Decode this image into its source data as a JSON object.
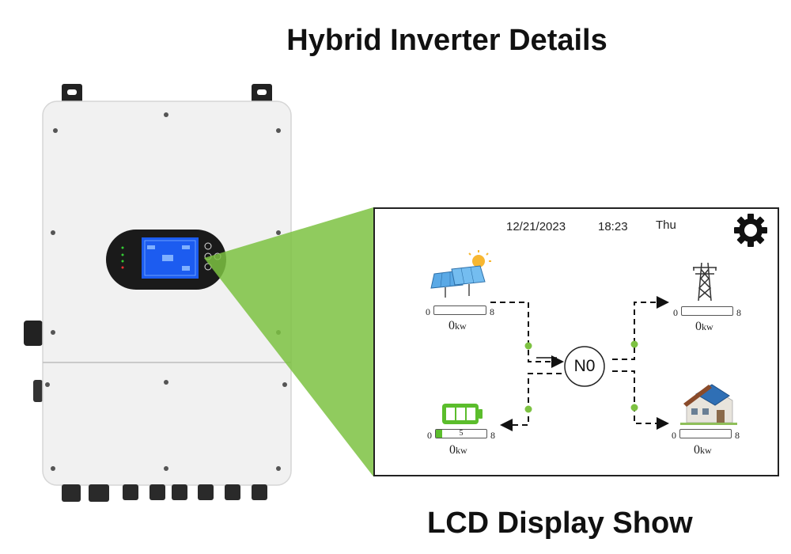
{
  "page": {
    "title": "Hybrid Inverter Details",
    "caption": "LCD Display Show"
  },
  "lcd": {
    "date": "12/21/2023",
    "time": "18:23",
    "day": "Thu",
    "center_label": "N0",
    "solar": {
      "min": "0",
      "max": "8",
      "value": "0",
      "unit": "kw"
    },
    "grid": {
      "min": "0",
      "max": "8",
      "value": "0",
      "unit": "kw"
    },
    "battery": {
      "min": "0",
      "max": "8",
      "soc": "5",
      "value": "0",
      "unit": "kw",
      "fill_fraction": 0.12
    },
    "home": {
      "min": "0",
      "max": "8",
      "value": "0",
      "unit": "kw"
    }
  },
  "colors": {
    "beam": "#7dc242",
    "battery_green": "#5bbd2c",
    "flow_dot": "#7dc242",
    "inverter_body": "#f1f1f1",
    "lcd_screen": "#1c5cf0"
  },
  "icons": [
    "gear-icon",
    "solar-panel-icon",
    "sun-icon",
    "transmission-tower-icon",
    "battery-icon",
    "house-icon"
  ]
}
